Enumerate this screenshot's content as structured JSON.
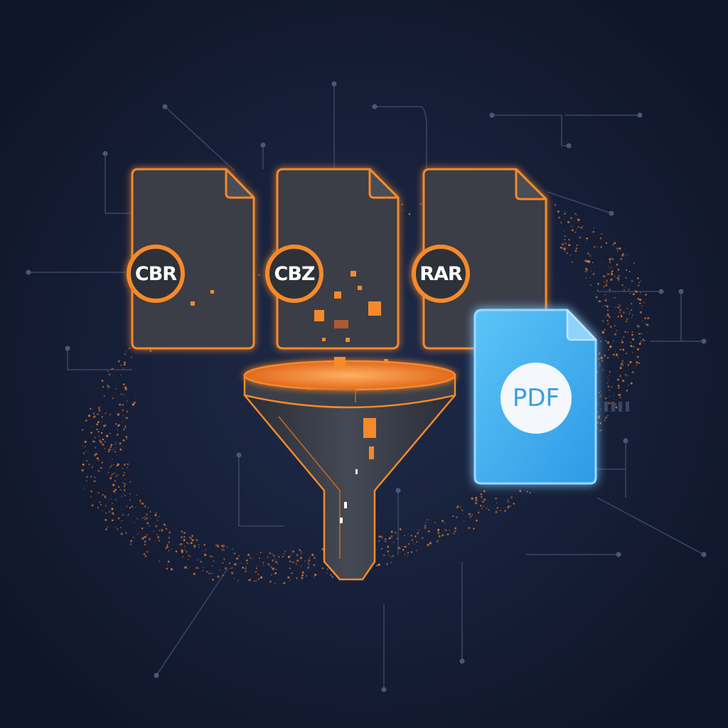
{
  "input_files": [
    {
      "format": "CBR",
      "icon": "cbr-file-icon"
    },
    {
      "format": "CBZ",
      "icon": "cbz-file-icon"
    },
    {
      "format": "RAR",
      "icon": "rar-file-icon"
    }
  ],
  "funnel": {
    "icon": "funnel-icon"
  },
  "output_file": {
    "format": "PDF",
    "icon": "pdf-file-icon"
  },
  "colors": {
    "background": "#141b2e",
    "accent_orange": "#f58a2a",
    "file_fill": "#3b3e46",
    "pdf_blue": "#3aaef0",
    "circuit_lines": "#3a4764"
  }
}
